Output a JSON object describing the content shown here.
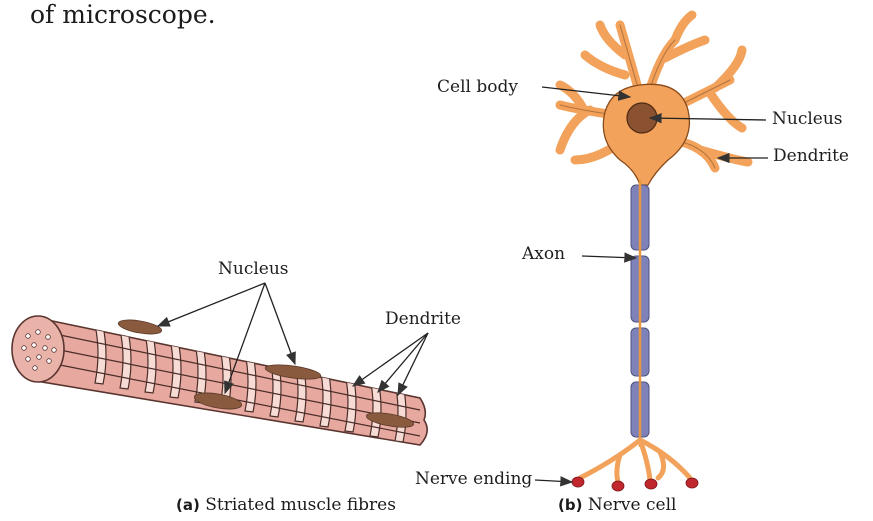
{
  "top_text": "of microscope.",
  "muscle": {
    "label_nucleus": "Nucleus",
    "label_dendrite": "Dendrite",
    "caption_tag": "(a)",
    "caption_text": "Striated muscle fibres"
  },
  "nerve": {
    "label_cell_body": "Cell body",
    "label_nucleus": "Nucleus",
    "label_dendrite": "Dendrite",
    "label_axon": "Axon",
    "label_nerve_ending": "Nerve ending",
    "caption_tag": "(b)",
    "caption_text": "Nerve cell"
  },
  "colors": {
    "muscle_fill": "#e7a99f",
    "muscle_stripe": "#f7dcd6",
    "muscle_nucleus": "#8a5a3e",
    "neuron_body": "#f2a25a",
    "neuron_nucleus": "#8a5230",
    "myelin": "#7e82b8",
    "terminal": "#c0282e"
  }
}
